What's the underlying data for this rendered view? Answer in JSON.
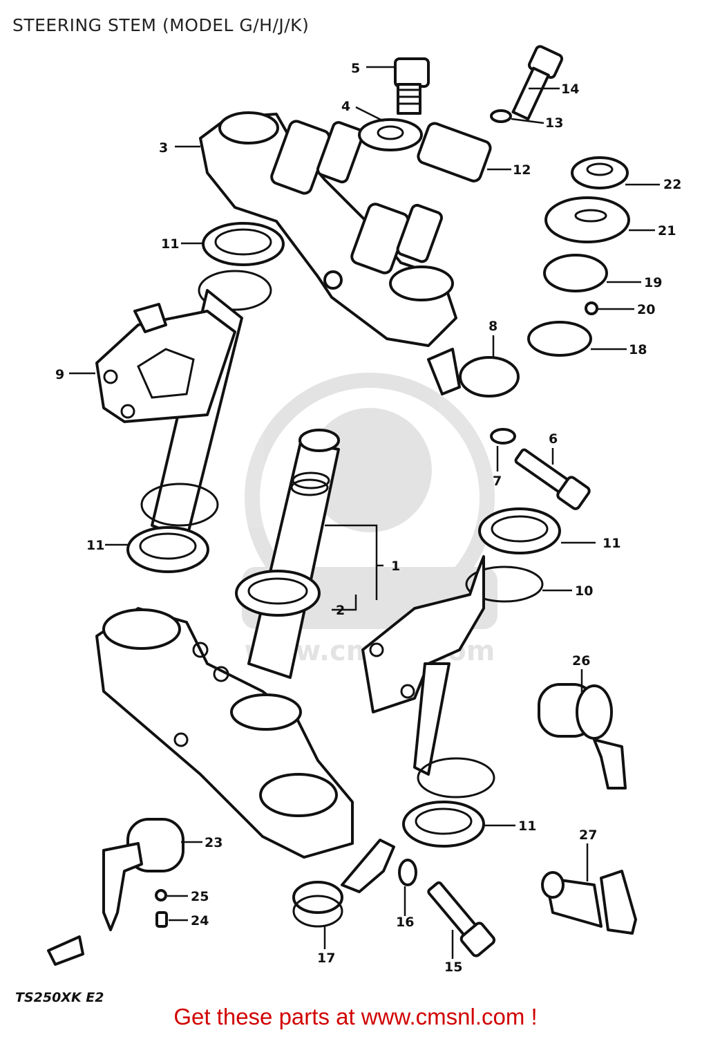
{
  "title": "STEERING STEM (MODEL G/H/J/K)",
  "model_code": "TS250XK E2",
  "footer": "Get these parts at www.cmsnl.com !",
  "watermark": "www.cmsnl.com",
  "callouts": {
    "c1": "1",
    "c2": "2",
    "c3": "3",
    "c4": "4",
    "c5": "5",
    "c6": "6",
    "c7": "7",
    "c8": "8",
    "c9": "9",
    "c10": "10",
    "c11a": "11",
    "c11b": "11",
    "c11c": "11",
    "c11d": "11",
    "c12": "12",
    "c13": "13",
    "c14": "14",
    "c15": "15",
    "c16": "16",
    "c17": "17",
    "c18": "18",
    "c19": "19",
    "c20": "20",
    "c21": "21",
    "c22": "22",
    "c23": "23",
    "c24": "24",
    "c25": "25",
    "c26": "26",
    "c27": "27"
  }
}
